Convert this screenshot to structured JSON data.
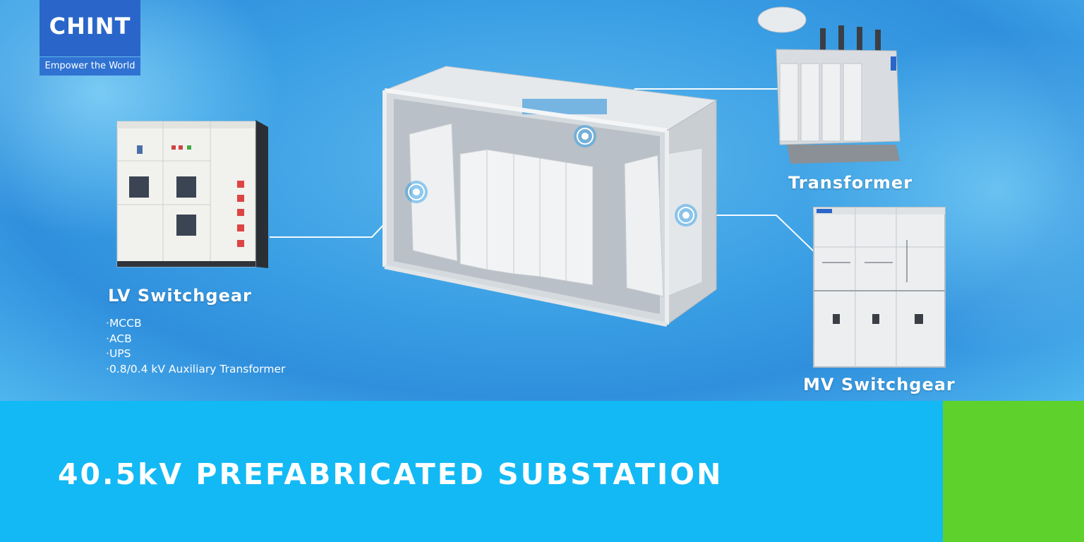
{
  "brand": {
    "logo_text": "CHINT",
    "tagline": "Empower the World"
  },
  "callouts": {
    "lv_switchgear": {
      "title": "LV Switchgear",
      "items": [
        "MCCB",
        "ACB",
        "UPS",
        "0.8/0.4 kV Auxiliary Transformer"
      ]
    },
    "transformer": {
      "title": "Transformer"
    },
    "mv_switchgear": {
      "title": "MV Switchgear"
    }
  },
  "headline": "40.5kV PREFABRICATED SUBSTATION",
  "colors": {
    "logo_blue": "#2a66c9",
    "band_blue": "#13b9f4",
    "band_green": "#5fd12c",
    "hero_blue": "#3a9fe4"
  }
}
